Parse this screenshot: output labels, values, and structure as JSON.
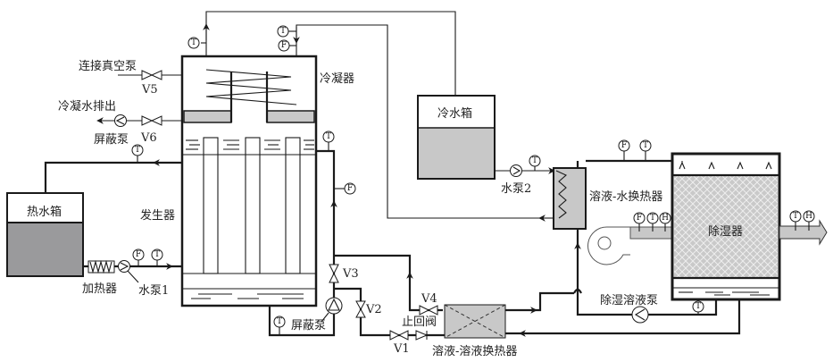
{
  "labels": {
    "vacuum": "连接真空泵",
    "v5": "V5",
    "drain": "冷凝水排出",
    "shield_pump_top": "屏蔽泵",
    "v6": "V6",
    "condenser": "冷凝器",
    "hot_tank": "热水箱",
    "generator": "发生器",
    "heater": "加热器",
    "pump1": "水泵1",
    "v3": "V3",
    "v2": "V2",
    "v1": "V1",
    "v4": "V4",
    "check_valve": "止回阀",
    "shield_pump_bottom": "屏蔽泵",
    "sol_sol_hx": "溶液-溶液换热器",
    "cold_tank": "冷水箱",
    "pump2": "水泵2",
    "sol_water_hx": "溶液-水换热器",
    "dehumidifier": "除湿器",
    "dehum_pump": "除湿溶液泵"
  },
  "sensors": {
    "T": "T",
    "F": "F",
    "H": "H"
  },
  "colors": {
    "fill_gray": "#c8c8c8",
    "tank_gray": "#9a9a9c",
    "line": "#1a1a1a"
  }
}
